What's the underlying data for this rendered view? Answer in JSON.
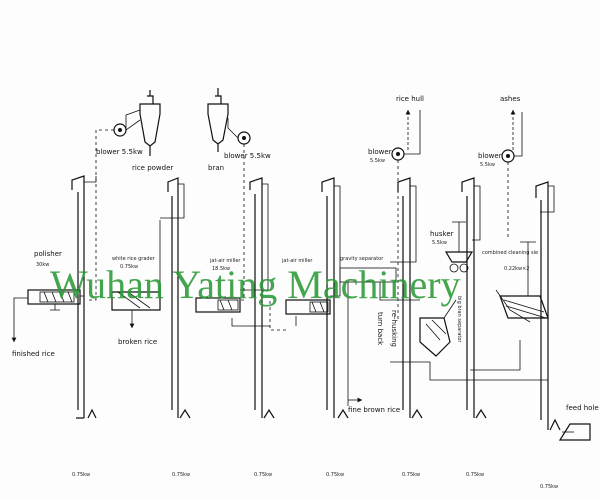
{
  "diagram": {
    "labels": {
      "rice_hull": "rice hull",
      "ashes": "ashes",
      "blower_left": "blower 5.5kw",
      "blower_mid": "blower 5.5kw",
      "blower_right_a": "blower",
      "blower_right_a_power": "5.5kw",
      "blower_right_b": "blower",
      "blower_right_b_power": "5.5kw",
      "rice_powder": "rice powder",
      "bran": "bran",
      "polisher": "polisher",
      "polisher_power": "30kw",
      "white_rice_grader": "white rice grader",
      "white_rice_grader_power": "0.75kw",
      "jet_air_miller_1": "jat-air miller",
      "jet_air_miller_1_power": "18.5kw",
      "jet_air_miller_2": "jat-air miller",
      "gravity_separator": "gravity separator",
      "husker": "husker",
      "husker_power": "5.5kw",
      "combined_cleaning": "combined cleaning sie",
      "combined_cleaning_power": "0.22kw×2",
      "finished_rice": "finished rice",
      "broken_rice": "broken rice",
      "fine_brown_rice": "fine brown rice",
      "re_husking": "re-husking",
      "turn_back": "turn back",
      "big_bran_separator": "big bran separator",
      "feed_hole": "feed hole",
      "elevator_power": "0.75kw",
      "elevator_power_last": "0.75kw"
    },
    "watermark": "Wuhan Yating Machinery"
  }
}
